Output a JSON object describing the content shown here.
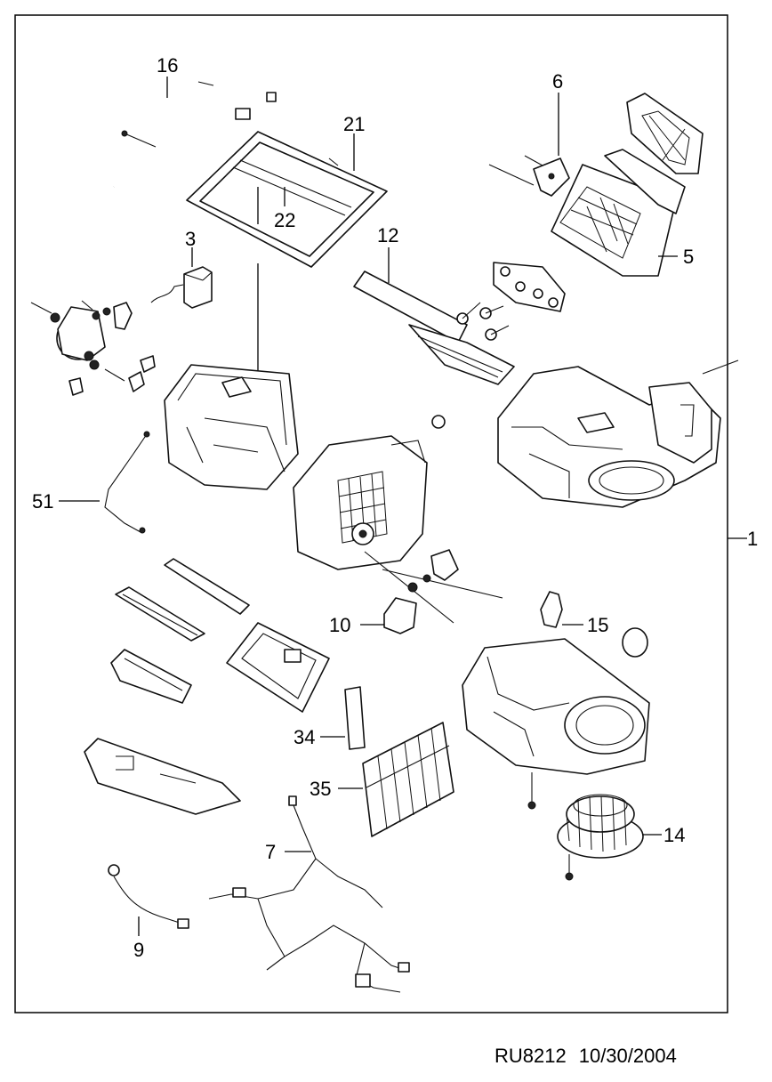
{
  "callouts": {
    "c1": "1",
    "c3": "3",
    "c5": "5",
    "c6": "6",
    "c7": "7",
    "c9": "9",
    "c10": "10",
    "c12": "12",
    "c14": "14",
    "c15": "15",
    "c16": "16",
    "c21": "21",
    "c22": "22",
    "c34": "34",
    "c35": "35",
    "c51": "51"
  },
  "footer": {
    "code": "RU8212",
    "date": "10/30/2004"
  }
}
